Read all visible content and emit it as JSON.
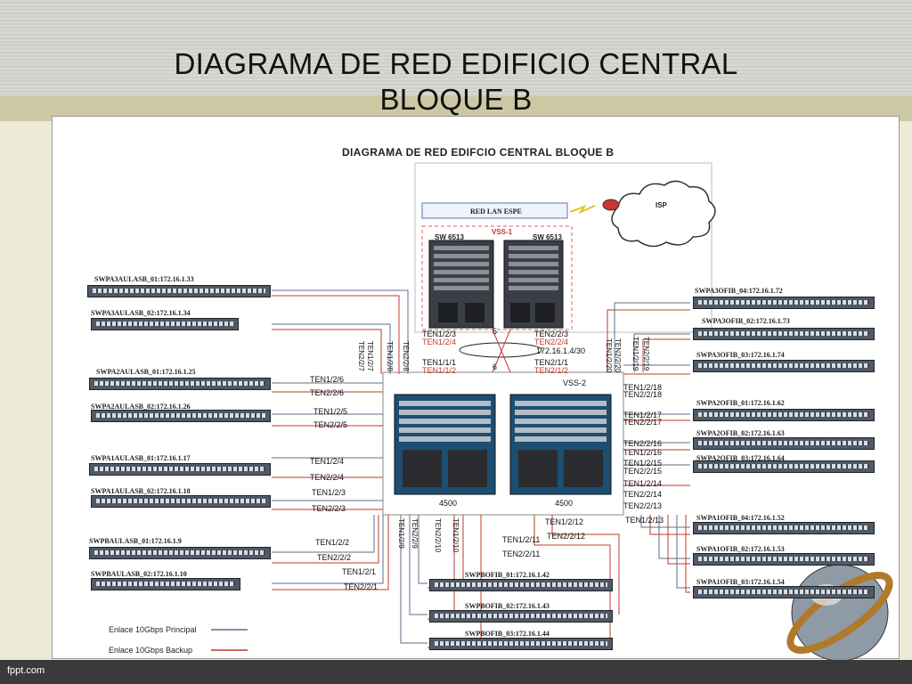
{
  "slide": {
    "title_line1": "DIAGRAMA DE RED  EDIFICIO CENTRAL",
    "title_line2": "BLOQUE B",
    "footer": "fppt.com"
  },
  "diagram": {
    "subtitle": "DIAGRAMA DE RED EDIFCIO CENTRAL BLOQUE B",
    "lan_label": "RED LAN ESPE",
    "isp_label": "ISP",
    "vss1_label": "VSS-1",
    "vss2_label": "VSS-2",
    "core_left": "SW 6513",
    "core_right": "SW 6513",
    "dist_left": "4500",
    "dist_right": "4500",
    "link_left_num": "5",
    "link_right_num": "6",
    "ip_link": "172.16.1.4/30"
  },
  "left_switches": [
    {
      "label": "SWPA3AULASB_01:172.16.1.33",
      "p1": "",
      "p2": ""
    },
    {
      "label": "SWPA3AULASB_02:172.16.1.34",
      "p1": "",
      "p2": ""
    },
    {
      "label": "SWPA2AULASB_01:172.16.1.25",
      "p1": "TEN1/2/6",
      "p2": "TEN2/2/6"
    },
    {
      "label": "SWPA2AULASB_02:172.16.1.26",
      "p1": "TEN1/2/5",
      "p2": "TEN2/2/5"
    },
    {
      "label": "SWPA1AULASB_01:172.16.1.17",
      "p1": "TEN1/2/4",
      "p2": "TEN2/2/4"
    },
    {
      "label": "SWPA1AULASB_02:172.16.1.18",
      "p1": "TEN1/2/3",
      "p2": "TEN2/2/3"
    },
    {
      "label": "SWPBAULASB_01:172.16.1.9",
      "p1": "TEN1/2/2",
      "p2": "TEN2/2/2"
    },
    {
      "label": "SWPBAULASB_02:172.16.1.10",
      "p1": "TEN1/2/1",
      "p2": "TEN2/2/1"
    }
  ],
  "right_switches": [
    {
      "label": "SWPA3OFIB_04:172.16.1.72",
      "p1": "",
      "p2": ""
    },
    {
      "label": "SWPA3OFIB_02:172.16.1.73",
      "p1": "",
      "p2": ""
    },
    {
      "label": "SWPA3OFIB_03:172.16.1.74",
      "p1": "TEN1/2/18",
      "p2": "TEN2/2/18"
    },
    {
      "label": "SWPA2OFIB_01:172.16.1.62",
      "p1": "TEN1/2/17",
      "p2": "TEN2/2/17"
    },
    {
      "label": "SWPA2OFIB_02:172.16.1.63",
      "p1": "TEN2/2/16",
      "p2": "TEN1/2/16"
    },
    {
      "label": "SWPA2OFIB_03:172.16.1.64",
      "p1": "TEN1/2/15",
      "p2": "TEN2/2/15"
    },
    {
      "label": "SWPA1OFIB_04:172.16.1.52",
      "p1": "TEN1/2/14",
      "p2": "TEN2/2/14"
    },
    {
      "label": "SWPA1OFIB_02:172.16.1.53",
      "p1": "TEN2/2/13",
      "p2": "TEN1/2/13"
    },
    {
      "label": "SWPA1OFIB_03:172.16.1.54",
      "p1": "",
      "p2": ""
    }
  ],
  "bottom_switches": [
    {
      "label": "SWPBOFIB_01:172.16.1.42"
    },
    {
      "label": "SWPBOFIB_02:172.16.1.43"
    },
    {
      "label": "SWPBOFIB_03:172.16.1.44"
    }
  ],
  "core_ports": {
    "l1": "TEN1/2/3",
    "l2": "TEN1/2/4",
    "l3": "TEN1/1/1",
    "l4": "TEN1/1/2",
    "r1": "TEN2/2/3",
    "r2": "TEN2/2/4",
    "r3": "TEN2/1/1",
    "r4": "TEN2/1/2"
  },
  "vertical_ports": {
    "top_left": [
      "TEN1/2/7",
      "TEN2/2/7",
      "TEN1/2/8",
      "TEN2/2/8"
    ],
    "top_right": [
      "TEN1/2/20",
      "TEN2/2/20",
      "TEN1/2/19",
      "TEN2/2/19"
    ],
    "bottom_left": [
      "TEN1/2/9",
      "TEN2/2/9",
      "TEN2/2/10",
      "TEN1/2/10"
    ]
  },
  "bottom_ports": {
    "b1": "TEN1/2/12",
    "b2": "TEN2/2/12",
    "b3": "TEN1/2/11",
    "b4": "TEN2/2/11"
  },
  "legend": {
    "primary": "Enlace 10Gbps Principal",
    "backup": "Enlace 10Gbps Backup",
    "primary_color": "#5c6f8a",
    "backup_color": "#c0392b"
  }
}
